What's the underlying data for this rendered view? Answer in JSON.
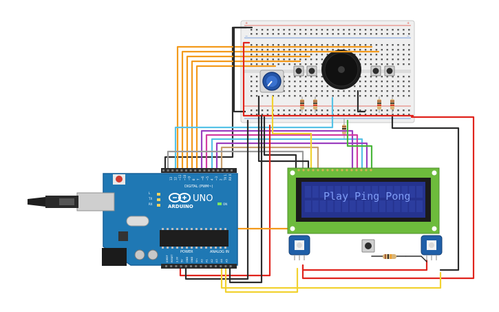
{
  "arduino": {
    "brand": "ARDUINO",
    "model": "UNO",
    "digital_label": "DIGITAL (PWM~)",
    "power_label": "POWER",
    "analog_label": "ANALOG IN",
    "aref_label": "AREF",
    "gnd_label": "GND",
    "tx_label": "TX",
    "rx_label": "RX",
    "l_label": "L",
    "on_label": "ON",
    "digital_pins": [
      "13",
      "12",
      "~11",
      "~10",
      "~9",
      "8",
      "7",
      "~6",
      "~5",
      "4",
      "~3",
      "2",
      "TX 1",
      "RX 0"
    ],
    "power_pins": [
      "IOREF",
      "RESET",
      "3.3V",
      "5V",
      "GND",
      "GND",
      "Vin"
    ],
    "analog_pins": [
      "A0",
      "A1",
      "A2",
      "A3",
      "A4",
      "A5"
    ]
  },
  "lcd": {
    "text": "Play Ping Pong"
  },
  "colors": {
    "arduino_board": "#1f78b4",
    "arduino_dark": "#17609a",
    "lcd_pcb": "#6dbb3c",
    "lcd_screen": "#25338f",
    "lcd_text": "#7f9cf5",
    "wire_orange": "#f39a1b",
    "wire_red": "#e0231c",
    "wire_black": "#2b2b2b",
    "wire_yellow": "#f2d230",
    "wire_cyan": "#55c2e6",
    "wire_purple": "#9b3fc0",
    "wire_magenta": "#d23ca2",
    "wire_green": "#4bb63c",
    "wire_gray": "#9a9a9a",
    "wire_tan": "#c8a070",
    "breadboard": "#efefef"
  },
  "icons": [
    "usb-plug-icon",
    "arduino-logo-icon",
    "potentiometer-icon",
    "buzzer-icon",
    "push-button-icon",
    "resistor-icon",
    "rgb-led-module-icon"
  ]
}
